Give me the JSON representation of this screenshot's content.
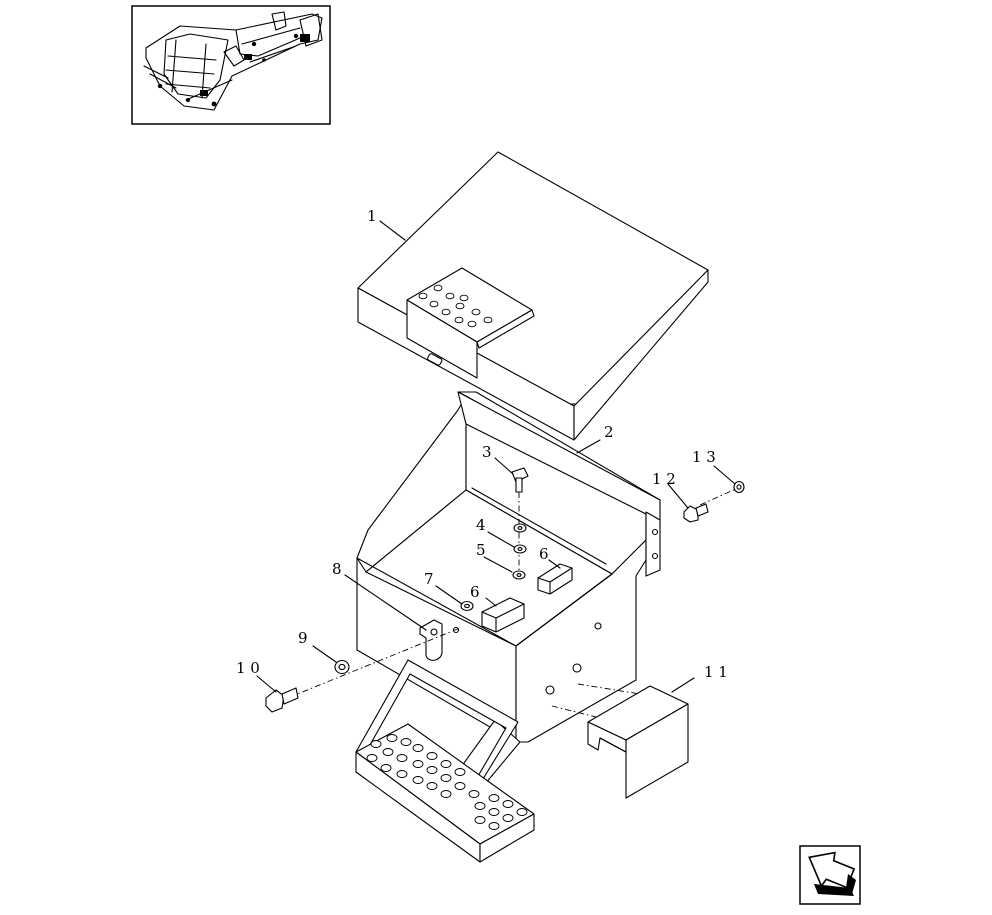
{
  "diagram": {
    "callouts": [
      {
        "id": "1",
        "text": "1"
      },
      {
        "id": "2",
        "text": "2"
      },
      {
        "id": "3",
        "text": "3"
      },
      {
        "id": "4",
        "text": "4"
      },
      {
        "id": "5",
        "text": "5"
      },
      {
        "id": "6a",
        "text": "6"
      },
      {
        "id": "6b",
        "text": "6"
      },
      {
        "id": "7",
        "text": "7"
      },
      {
        "id": "8",
        "text": "8"
      },
      {
        "id": "9",
        "text": "9"
      },
      {
        "id": "10",
        "text": "1 0"
      },
      {
        "id": "11",
        "text": "1 1"
      },
      {
        "id": "12",
        "text": "1 2"
      },
      {
        "id": "13",
        "text": "1 3"
      }
    ],
    "nav_icon": "previous-page-arrow-icon"
  }
}
